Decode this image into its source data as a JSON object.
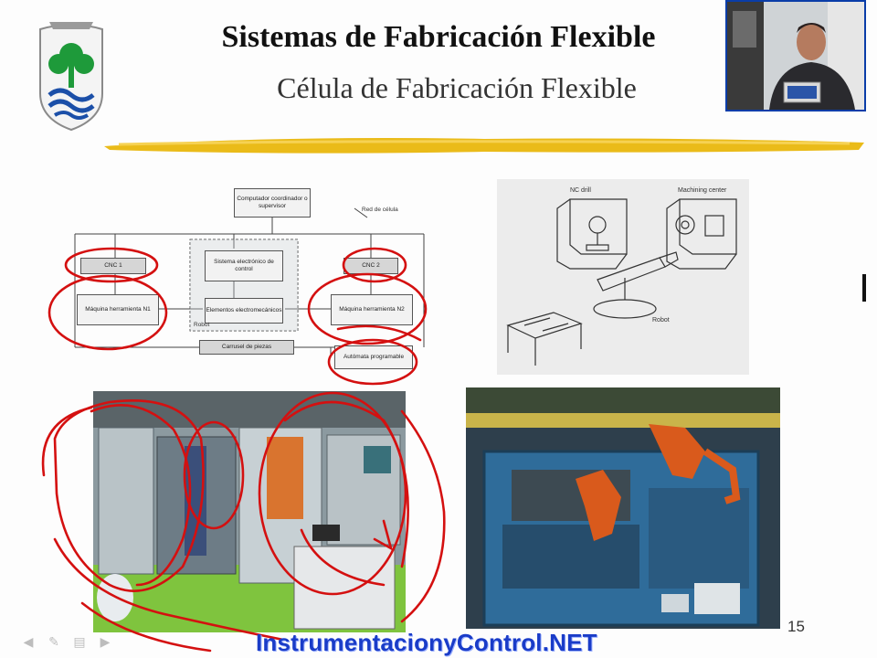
{
  "slide": {
    "title": "Sistemas de Fabricación Flexible",
    "subtitle": "Célula de Fabricación Flexible",
    "page_number": "15",
    "watermark": "InstrumentacionyControl.NET"
  },
  "diagram": {
    "supervisor": "Computador coordinador o supervisor",
    "cell_network": "Red de célula",
    "cnc1": "CNC 1",
    "cnc2": "CNC 2",
    "control_system": "Sistema electrónico de control",
    "electromechanical": "Elementos electromecánicos",
    "robot": "Robot",
    "machine1": "Máquina herramienta N1",
    "machine2": "Máquina herramienta N2",
    "carousel": "Carrusel de piezas",
    "plc": "Autómata programable"
  },
  "sketch": {
    "nc_drill": "NC drill",
    "machining_center": "Machining center",
    "robot": "Robot"
  },
  "colors": {
    "title": "#111111",
    "brush": "#e8b400",
    "annotation": "#d41010",
    "watermark": "#1a3cc8",
    "webcam_border": "#0a3da8"
  },
  "nav": {
    "prev_icon": "arrow-left-icon",
    "pen_icon": "pen-icon",
    "menu_icon": "menu-icon",
    "next_icon": "arrow-right-icon"
  }
}
